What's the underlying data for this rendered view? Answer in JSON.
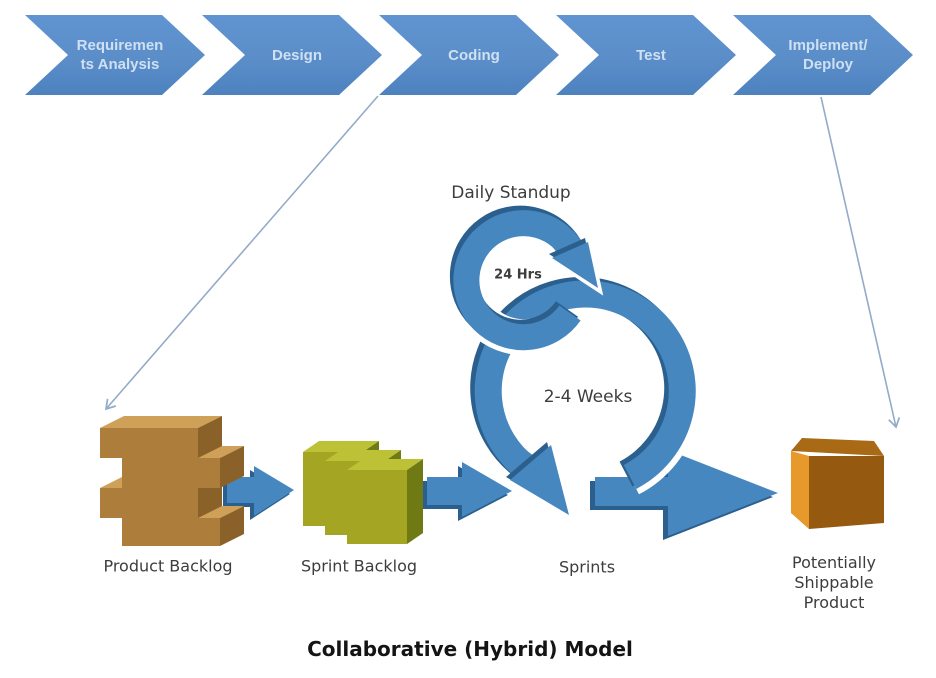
{
  "diagram_title": "Collaborative (Hybrid) Model",
  "process_phases": [
    {
      "line1": "Requiremen",
      "line2": "ts Analysis"
    },
    {
      "line1": "Design",
      "line2": ""
    },
    {
      "line1": "Coding",
      "line2": ""
    },
    {
      "line1": "Test",
      "line2": ""
    },
    {
      "line1": "Implement/",
      "line2": "Deploy"
    }
  ],
  "scrum_flow": {
    "daily_standup_label": "Daily Standup",
    "daily_loop_duration": "24 Hrs",
    "sprint_loop_duration": "2-4 Weeks",
    "product_backlog_label": "Product Backlog",
    "sprint_backlog_label": "Sprint Backlog",
    "sprints_label": "Sprints",
    "shippable_product_label": "Potentially Shippable Product"
  },
  "colors": {
    "phase_chevron_blue": "#5b8ec9",
    "phase_text_blue": "#cfe0f2",
    "flow_blue": "#4687bf",
    "flow_blue_dark": "#2b5f8d",
    "thin_arrow_blue": "#93abc9",
    "product_backlog_brown_front": "#ad7e3b",
    "product_backlog_brown_top": "#cfa057",
    "product_backlog_brown_side": "#8a6128",
    "sprint_backlog_green_front": "#a4a522",
    "sprint_backlog_green_top": "#bcc135",
    "sprint_backlog_green_side": "#6f7a15",
    "shippable_orange_left": "#e8992c",
    "shippable_orange_front": "#95590f",
    "shippable_orange_top": "#a96a16",
    "label_text": "#3d3d3d"
  }
}
